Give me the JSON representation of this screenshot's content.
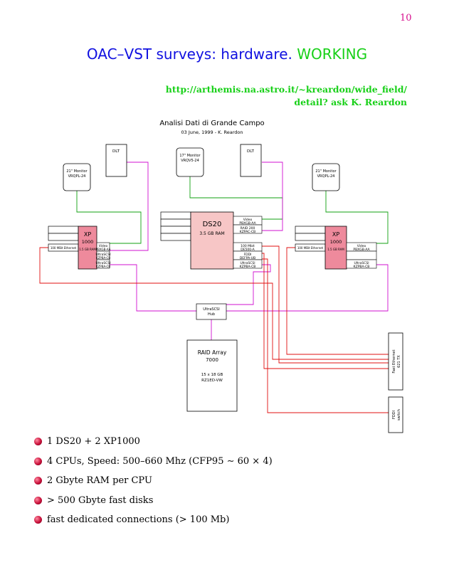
{
  "page_number": "10",
  "title": {
    "blue_part": "OAC–VST surveys: hardware.",
    "green_part": "WORKING"
  },
  "url": "http://arthemis.na.astro.it/~kreardon/wide_field/",
  "ask_line": "detail? ask K. Reardon",
  "diagram": {
    "title": "Analisi Dati di Grande Campo",
    "subtitle": "03 June, 1999 - K. Reardon",
    "labels": {
      "tape_left": "DLT",
      "tape_right": "DLT",
      "monitor_left_1": "21\" Monitor",
      "monitor_left_2": "VRQPL-24",
      "monitor_center_1": "17\" Monitor",
      "monitor_center_2": "VRQV5-24",
      "monitor_right_1": "21\" Monitor",
      "monitor_right_2": "VRQPL-24",
      "ds20_name": "DS20",
      "ds20_ram": "3.5 GB RAM",
      "ds20_video_1": "Video",
      "ds20_video_2": "PBXGB-AA",
      "ds20_raid_1": "RAID 200",
      "ds20_raid_2": "KZPAC-CB",
      "ds20_eth_1": "100 Mbit",
      "ds20_eth_2": "DE500-A",
      "ds20_fddi_1": "FDDI",
      "ds20_fddi_2": "DEFPA-UB",
      "ds20_scsi_1": "UltraSCSI",
      "ds20_scsi_2": "KZPBA-CB",
      "xp_left_name": "XP",
      "xp_left_model": "1000",
      "xp_left_ram": "1.5 GB RAM",
      "xp_left_eth": "100 MBit Ethernet",
      "xp_left_video_1": "Video",
      "xp_left_video_2": "PBXGB-AA",
      "xp_left_scsi1_1": "UltraSCSI",
      "xp_left_scsi1_2": "KZPBA-CB",
      "xp_left_scsi2_1": "UltraSCSI",
      "xp_left_scsi2_2": "KZPBA-CB",
      "xp_right_name": "XP",
      "xp_right_model": "1000",
      "xp_right_ram": "1.5 GB RAM",
      "xp_right_eth": "100 MBit Ethernet",
      "xp_right_video_1": "Video",
      "xp_right_video_2": "PBXGB-AA",
      "xp_right_scsi_1": "UltraSCSI",
      "xp_right_scsi_2": "KZPBA-CB",
      "hub_1": "UltraSCSI",
      "hub_2": "Hub",
      "raid_1": "RAID Array",
      "raid_2": "7000",
      "raid_3": "15 x 18 GB",
      "raid_4": "RZ1ED-VW",
      "switch_eth_1": "Fast Ethernet",
      "switch_eth_2": "621 TX",
      "switch_fddi_1": "FDDI",
      "switch_fddi_2": "switch"
    }
  },
  "bullets": [
    "1 DS20 + 2 XP1000",
    "4 CPUs, Speed: 500–660 Mhz (CFP95 ∼ 60 × 4)",
    "2 Gbyte RAM per CPU",
    "> 500 Gbyte fast disks",
    "fast dedicated connections (> 100 Mb)"
  ],
  "colors": {
    "title_blue": "#1010e0",
    "title_green": "#18d018",
    "page_number": "#d60c8c",
    "ds20_fill": "#f7c6c6",
    "xp_fill": "#ee8a9c",
    "line_green": "#10a010",
    "line_magenta": "#d010d0",
    "line_red": "#e01010"
  }
}
